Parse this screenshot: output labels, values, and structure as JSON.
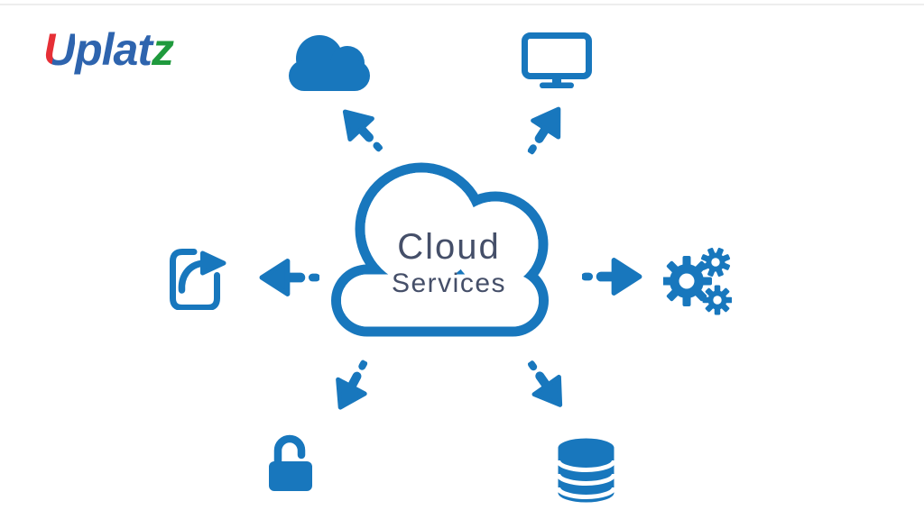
{
  "brand": {
    "full_name": "Uplatz",
    "logo_part1": "U",
    "logo_part2": "plat",
    "logo_part3": "z"
  },
  "hub": {
    "title": "Cloud",
    "subtitle": "Services",
    "icon": "cloud-outline-icon"
  },
  "spokes": [
    {
      "icon": "cloud-icon",
      "position": "top-left",
      "arrow": "arrow-up-left-icon"
    },
    {
      "icon": "monitor-icon",
      "position": "top-right",
      "arrow": "arrow-up-right-icon"
    },
    {
      "icon": "share-icon",
      "position": "left",
      "arrow": "arrow-left-icon"
    },
    {
      "icon": "gears-icon",
      "position": "right",
      "arrow": "arrow-right-icon"
    },
    {
      "icon": "unlock-icon",
      "position": "bottom-left",
      "arrow": "arrow-down-left-icon"
    },
    {
      "icon": "database-icon",
      "position": "bottom-right",
      "arrow": "arrow-down-right-icon"
    }
  ],
  "colors": {
    "icon_blue": "#1877bd",
    "hub_text": "#454f69",
    "logo_red": "#e62f36",
    "logo_blue": "#2e64ae",
    "logo_green": "#1f9a3d",
    "background": "#ffffff",
    "hairline": "#ededed"
  }
}
